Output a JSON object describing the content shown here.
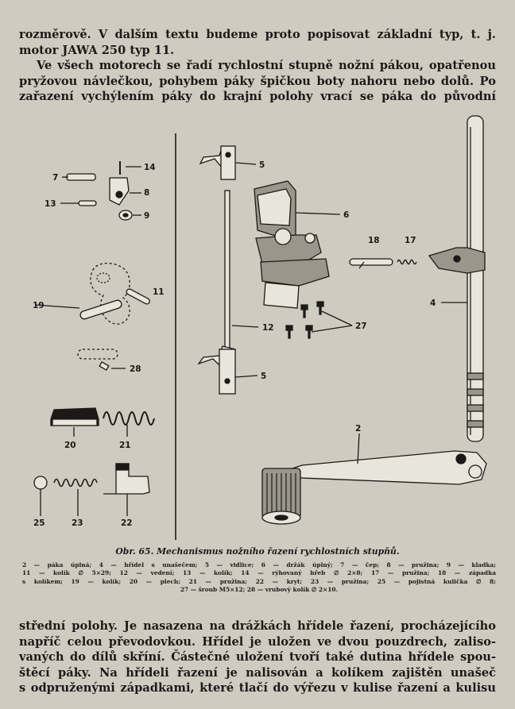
{
  "top_text": {
    "lines": [
      "rozměrově. V dalším textu budeme proto popisovat základní typ, t. j.",
      "motor JAWA 250 typ 11.",
      "Ve všech motorech se řadí rychlostní stupně nožní pákou, opatřenou",
      "pryžovou návlečkou, pohybem páky špičkou boty nahoru nebo dolů. Po",
      "zařazení vychýlením páky do krajní polohy vrací se páka do původní"
    ]
  },
  "figure": {
    "callouts": {
      "c2": "2",
      "c4": "4",
      "c5a": "5",
      "c5b": "5",
      "c6": "6",
      "c7": "7",
      "c8": "8",
      "c9": "9",
      "c11": "11",
      "c12": "12",
      "c13": "13",
      "c14": "14",
      "c17": "17",
      "c18": "18",
      "c19": "19",
      "c20": "20",
      "c21": "21",
      "c22": "22",
      "c23": "23",
      "c25": "25",
      "c27": "27",
      "c28": "28"
    },
    "caption": "Obr. 65. Mechanismus nožního řazení rychlostních stupňů.",
    "legend_lines": [
      "2 — páka úplná; 4 — hřídel s unašečem; 5 — vidlice; 6 — držák úplný; 7 — čep; 8 — pružina; 9 — kladka;",
      "11 — kolík ∅ 5×29; 12 — vedení; 13 — kolík; 14 — rýhovaný hřeb ∅ 2×8; 17 — pružina; 18 — západka",
      "s kolíkem; 19 — kolík; 20 — plech; 21 — pružina; 22 — kryt; 23 — pružina; 25 — pojistná kulička ∅ 8;",
      "27 — šroub M5×12; 28 — vrubový kolík ∅ 2×10."
    ]
  },
  "bottom_text": {
    "lines": [
      "střední polohy. Je nasazena na drážkách hřídele řazení, procházejícího",
      "napříč celou převodovkou. Hřídel je uložen ve dvou pouzdrech, zaliso-",
      "vaných do dílů skříní. Částečné uložení tvoří také dutina hřídele spou-",
      "štěcí páky. Na hřídeli řazení je nalisován a kolíkem zajištěn unašeč",
      "s odpruženými západkami, které tlačí do výřezu v kulise řazení a kulisu"
    ]
  }
}
